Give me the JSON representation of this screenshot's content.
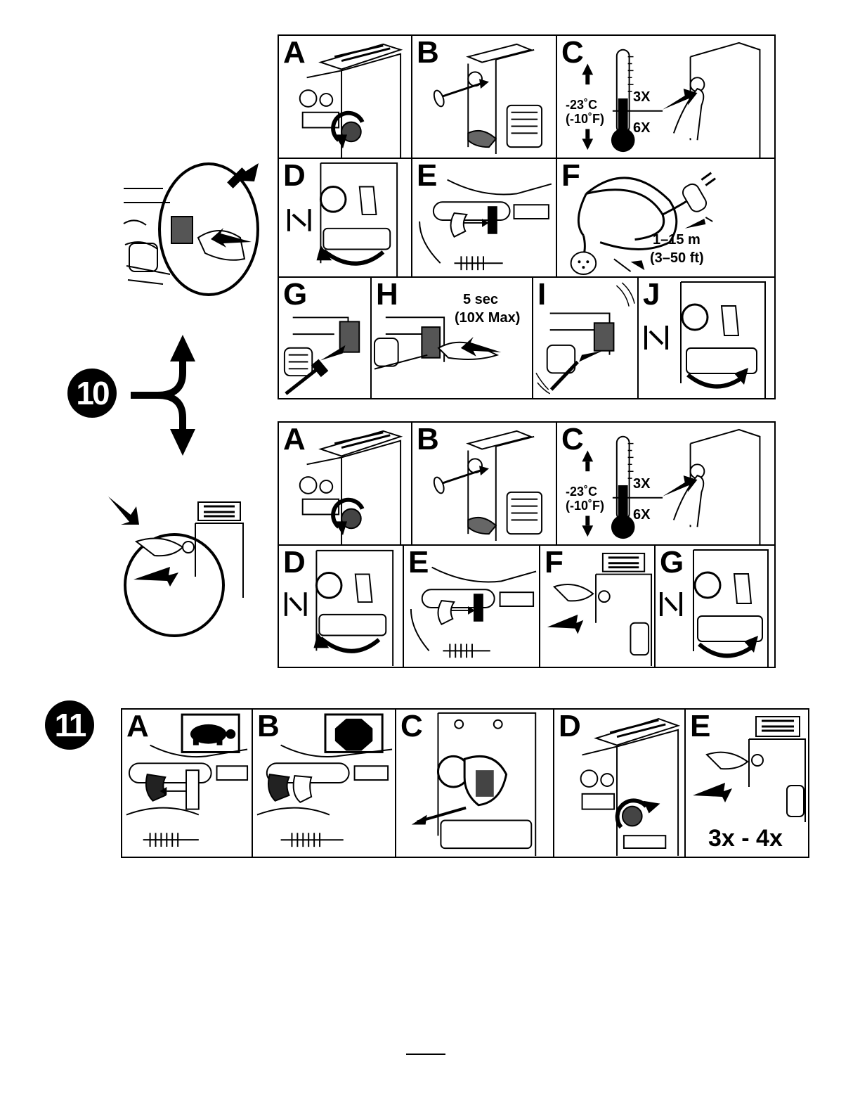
{
  "step10": {
    "number": "10",
    "electric_sequence": {
      "panels": [
        {
          "letter": "A"
        },
        {
          "letter": "B"
        },
        {
          "letter": "C",
          "temperature_c": "-23˚C",
          "temperature_f": "(-10˚F)",
          "warm_presses": "3X",
          "cold_presses": "6X"
        },
        {
          "letter": "D"
        },
        {
          "letter": "E"
        },
        {
          "letter": "F",
          "cord_length_m": "1–15 m",
          "cord_length_ft": "(3–50 ft)"
        },
        {
          "letter": "G"
        },
        {
          "letter": "H",
          "hold_time": "5 sec",
          "hold_max": "(10X Max)"
        },
        {
          "letter": "I"
        },
        {
          "letter": "J"
        }
      ]
    },
    "recoil_sequence": {
      "panels": [
        {
          "letter": "A"
        },
        {
          "letter": "B"
        },
        {
          "letter": "C",
          "temperature_c": "-23˚C",
          "temperature_f": "(-10˚F)",
          "warm_presses": "3X",
          "cold_presses": "6X"
        },
        {
          "letter": "D"
        },
        {
          "letter": "E"
        },
        {
          "letter": "F"
        },
        {
          "letter": "G"
        }
      ]
    }
  },
  "step11": {
    "number": "11",
    "panels": [
      {
        "letter": "A",
        "icon": "turtle-icon"
      },
      {
        "letter": "B",
        "icon": "stop-octagon-icon"
      },
      {
        "letter": "C"
      },
      {
        "letter": "D"
      },
      {
        "letter": "E",
        "pull_count": "3x - 4x"
      }
    ]
  }
}
